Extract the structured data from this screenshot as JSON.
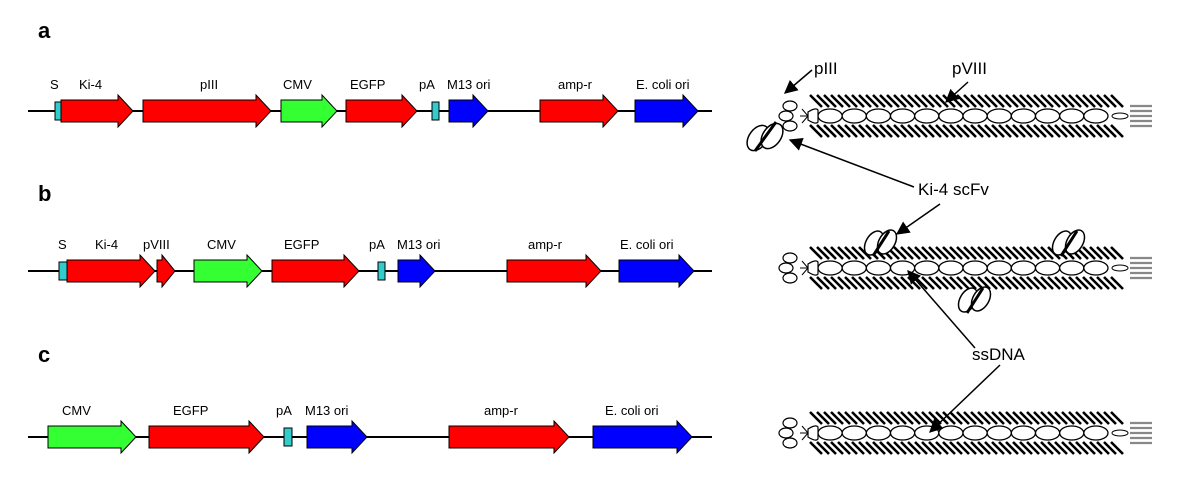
{
  "colors": {
    "red": "#ff0000",
    "green": "#33ff33",
    "blue": "#0000ff",
    "cyan": "#33cccc",
    "line": "#000000",
    "grey": "#888888"
  },
  "panels": [
    {
      "letter": "a",
      "elements": [
        {
          "label": "S",
          "color": "cyan"
        },
        {
          "label": "Ki-4",
          "color": "red"
        },
        {
          "label": "pIII",
          "color": "red"
        },
        {
          "label": "CMV",
          "color": "green"
        },
        {
          "label": "EGFP",
          "color": "red"
        },
        {
          "label": "pA",
          "color": "cyan"
        },
        {
          "label": "M13 ori",
          "color": "blue"
        },
        {
          "label": "amp-r",
          "color": "red"
        },
        {
          "label": "E. coli ori",
          "color": "blue"
        }
      ]
    },
    {
      "letter": "b",
      "elements": [
        {
          "label": "S",
          "color": "cyan"
        },
        {
          "label": "Ki-4",
          "color": "red"
        },
        {
          "label": "pVIII",
          "color": "red"
        },
        {
          "label": "CMV",
          "color": "green"
        },
        {
          "label": "EGFP",
          "color": "red"
        },
        {
          "label": "pA",
          "color": "cyan"
        },
        {
          "label": "M13 ori",
          "color": "blue"
        },
        {
          "label": "amp-r",
          "color": "red"
        },
        {
          "label": "E. coli ori",
          "color": "blue"
        }
      ]
    },
    {
      "letter": "c",
      "elements": [
        {
          "label": "CMV",
          "color": "green"
        },
        {
          "label": "EGFP",
          "color": "red"
        },
        {
          "label": "pA",
          "color": "cyan"
        },
        {
          "label": "M13 ori",
          "color": "blue"
        },
        {
          "label": "amp-r",
          "color": "red"
        },
        {
          "label": "E. coli ori",
          "color": "blue"
        }
      ]
    }
  ],
  "phage_labels": {
    "piii": "pIII",
    "pviii": "pVIII",
    "scfv": "Ki-4 scFv",
    "ssdna": "ssDNA"
  }
}
